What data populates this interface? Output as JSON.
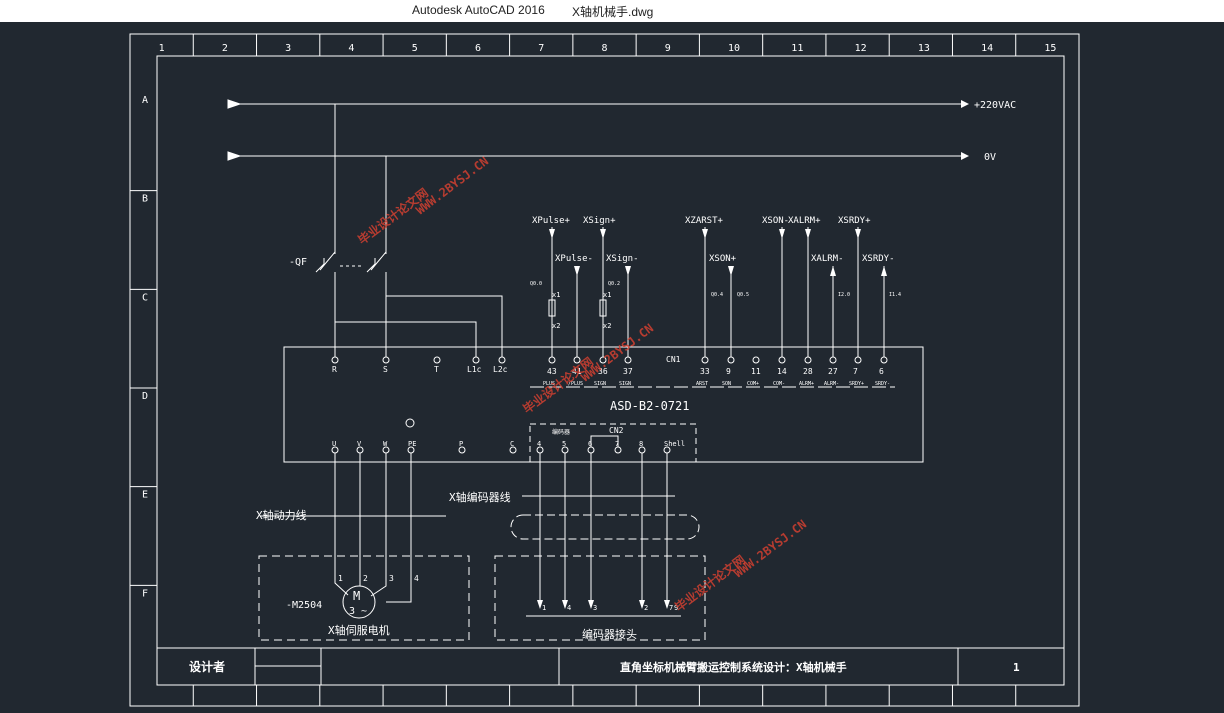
{
  "window": {
    "app_title": "Autodesk AutoCAD 2016",
    "file_name": "X轴机械手.dwg"
  },
  "colors": {
    "background": "#212830",
    "line": "#ffffff",
    "watermark": "#d04030"
  },
  "frame": {
    "columns": [
      "1",
      "2",
      "3",
      "4",
      "5",
      "6",
      "7",
      "8",
      "9",
      "10",
      "11",
      "12",
      "13",
      "14",
      "15"
    ],
    "rows": [
      "A",
      "B",
      "C",
      "D",
      "E",
      "F"
    ]
  },
  "rails": {
    "top": "+220VAC",
    "bottom": "0V"
  },
  "breaker": {
    "label": "-QF"
  },
  "drive": {
    "model": "ASD-B2-0721",
    "power_terminals": [
      "R",
      "S",
      "T",
      "L1c",
      "L2c"
    ],
    "cn1_label": "CN1",
    "cn1_pins": [
      "43",
      "41",
      "36",
      "37",
      "33",
      "9",
      "11",
      "14",
      "28",
      "27",
      "7",
      "6"
    ],
    "cn1_signals": [
      "PLUS",
      "/PLUS",
      "SIGN",
      "SIGN",
      "ARST",
      "SON",
      "COM+",
      "COM-",
      "ALRM+",
      "ALRM-",
      "SRDY+",
      "SRDY-"
    ],
    "output_terminals": [
      "U",
      "V",
      "W",
      "PE",
      "P",
      "C"
    ],
    "cn2_label": "CN2",
    "encoder_sub": "编码器",
    "cn2_pins": [
      "4",
      "5",
      "6",
      "7",
      "8",
      "Shell"
    ]
  },
  "signals": {
    "top": [
      "XPulse+",
      "XSign+",
      "XZARST+",
      "XSON-",
      "XALRM+",
      "XSRDY+"
    ],
    "bottom": [
      "XPulse-",
      "XSign-",
      "XSON+",
      "XALRM-",
      "XSRDY-"
    ],
    "io": [
      "Q0.0",
      "Q0.2",
      "Q0.4",
      "Q0.5",
      "I2.0",
      "I1.4"
    ],
    "resistor": [
      "x1",
      "x2"
    ]
  },
  "cables": {
    "power": "X轴动力线",
    "encoder": "X轴编码器线"
  },
  "motor": {
    "designator": "-M2504",
    "symbol_m": "M",
    "symbol_phase": "3 ~",
    "label": "X轴伺服电机",
    "pins": [
      "1",
      "2",
      "3",
      "4"
    ]
  },
  "encoder_plug": {
    "label": "编码器接头",
    "pins": [
      "1",
      "4",
      "3",
      "2",
      "7",
      "9"
    ]
  },
  "title_block": {
    "designer_label": "设计者",
    "drawing_title": "直角坐标机械臂搬运控制系统设计：X轴机械手",
    "sheet": "1"
  },
  "watermarks": {
    "site": "WWW.2BYSJ.CN",
    "name": "毕业设计论文网"
  }
}
